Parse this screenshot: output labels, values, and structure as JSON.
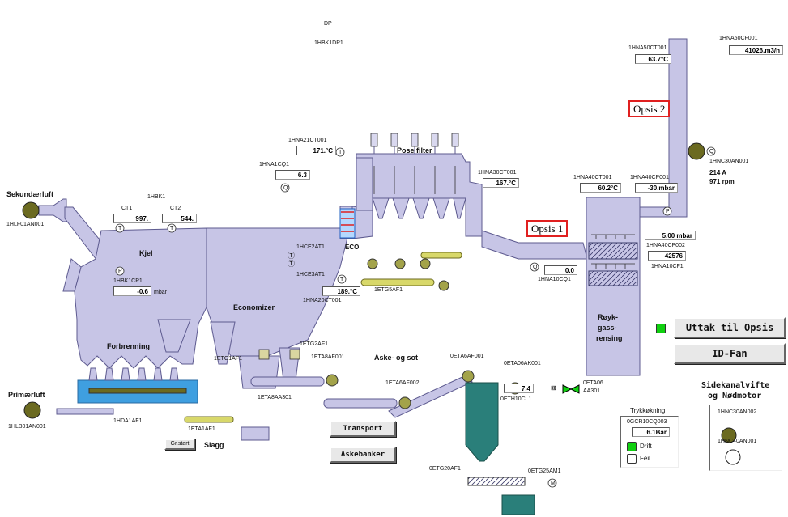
{
  "labels": {
    "sekundaerluft": "Sekundærluft",
    "primaerluft": "Primærluft",
    "hlf01an001": "1HLF01AN001",
    "hlb01an001": "1HLB01AN001",
    "hbk1": "1HBK1",
    "ct1": "CT1",
    "ct2": "CT2",
    "kjel": "Kjel",
    "hbk1cp1": "1HBK1CP1",
    "mbar": "mbar",
    "forbrenning": "Forbrenning",
    "economizer": "Economizer",
    "eco": "ECO",
    "hce2at1": "1HCE2AT1",
    "hce3at1": "1HCE3AT1",
    "hna21ct001": "1HNA21CT001",
    "hna1cq1": "1HNA1CQ1",
    "hna20ct001": "1HNA20CT001",
    "hna30ct001": "1HNA30CT001",
    "hna10cq1": "1HNA10CQ1",
    "hna40ct001": "1HNA40CT001",
    "hna40cp001": "1HNA40CP001",
    "hna40cp002": "1HNA40CP002",
    "hna10cf1": "1HNA10CF1",
    "hna50ct001": "1HNA50CT001",
    "hna50cf001": "1HNA50CF001",
    "hnc30an001": "1HNC30AN001",
    "amps": "214 A",
    "rpm": "971 rpm",
    "dp": "DP",
    "hbk1dp1": "1HBK1DP1",
    "posefilter": "Pose filter",
    "etg5af1": "1ETG5AF1",
    "royk1": "Røyk-",
    "royk2": "gass-",
    "royk3": "rensing",
    "etg1af1": "1ETG1AF1",
    "etg2af1": "1ETG2AF1",
    "eta8af001": "1ETA8AF001",
    "eta8aa301": "1ETA8AA301",
    "hda1af1": "1HDA1AF1",
    "eta1af1": "1ETA1AF1",
    "slagg": "Slagg",
    "aske": "Aske- og sot",
    "eta6af002": "1ETA6AF002",
    "eta6af001": "0ETA6AF001",
    "eta06ak001": "0ETA06AK001",
    "eth10cl1": "0ETH10CL1",
    "eta06": "0ETA06",
    "aa301": "AA301",
    "etg20af1": "0ETG20AF1",
    "etg25am1": "0ETG25AM1",
    "trykkokning": "Trykkøkning",
    "gcr10cq003": "0GCR10CQ003",
    "drift": "Drift",
    "feil": "Feil",
    "sidekanal1": "Sidekanalvifte",
    "sidekanal2": "og Nødmotor",
    "hnc30an002": "1HNC30AN002",
    "hnc40an001": "1HNC40AN001",
    "t": "T",
    "p": "P",
    "q": "Q",
    "m": "M"
  },
  "values": {
    "ct1": "997.",
    "ct2": "544.",
    "hbk1cp1": "-0.6",
    "hna21ct001": "171.°C",
    "hna1cq1": "6.3",
    "hna20ct001": "189.°C",
    "hna30ct001": "167.°C",
    "hna10cq1": "0.0",
    "hna40ct001": "60.2°C",
    "hna40cp001": "-30.mbar",
    "hna40cp002_mbar": "5.00 mbar",
    "hna40cp002": "42576",
    "hna50ct001": "63.7°C",
    "hna50cf001": "41026.m3/h",
    "eth10cl1": "7.4",
    "gcr10cq003": "6.1Bar"
  },
  "opsis": {
    "opsis1": "Opsis 1",
    "opsis2": "Opsis 2"
  },
  "buttons": {
    "uttak": "Uttak til Opsis",
    "idfan": "ID-Fan",
    "transport": "Transport",
    "askebanker": "Askebanker",
    "grstart": "Gr.start"
  },
  "colors": {
    "process": "#c7c5e6",
    "outline": "#5d5a8f",
    "water": "#3f9fe0",
    "hopper": "#2a7f7a",
    "lamp_on": "#10d010",
    "equipment": "#6b6a20"
  }
}
